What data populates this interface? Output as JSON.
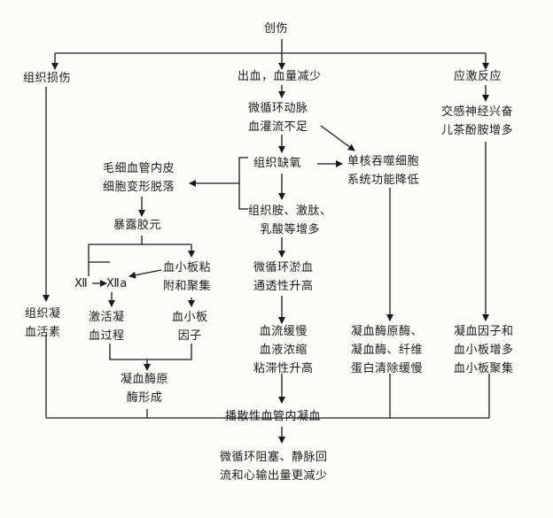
{
  "nodes": {
    "trauma": "创伤",
    "tissue_injury": "组织损伤",
    "bleeding": "出血，血量减少",
    "stress": "应激反应",
    "micro_artery": [
      "微循环动脉",
      "血灌流不足"
    ],
    "sympathetic": [
      "交感神经兴奋",
      "儿茶酚胺增多"
    ],
    "capillary_endo": [
      "毛细血管内皮",
      "细胞变形脱落"
    ],
    "hypoxia": "组织缺氧",
    "mono_phago": [
      "单核吞噬细胞",
      "系统功能降低"
    ],
    "amines": [
      "组织胺、激肽、",
      "乳酸等增多"
    ],
    "collagen": "暴露胶元",
    "xii": "Ⅻ",
    "xiia": "Ⅻa",
    "platelet_adhesion": [
      "血小板粘",
      "附和聚集"
    ],
    "micro_stasis": [
      "微循环淤血",
      "通透性升高"
    ],
    "tissue_coag": [
      "组织凝",
      "血活素"
    ],
    "activate_coag": [
      "激活凝",
      "血过程"
    ],
    "platelet_factor": [
      "血小板",
      "因子"
    ],
    "blood_slow": [
      "血流缓慢",
      "血液浓缩",
      "粘滞性升高"
    ],
    "clear_slow": [
      "凝血酶原酶、",
      "凝血酶、纤维",
      "蛋白清除缓慢"
    ],
    "factor_increase": [
      "凝血因子和",
      "血小板增多",
      "血小板聚集"
    ],
    "prothrombinase": [
      "凝血酶原",
      "酶形成"
    ],
    "dic": "播散性血管内凝血",
    "result": [
      "微循环阻塞、静脉回",
      "流和心输出量更减少"
    ]
  }
}
